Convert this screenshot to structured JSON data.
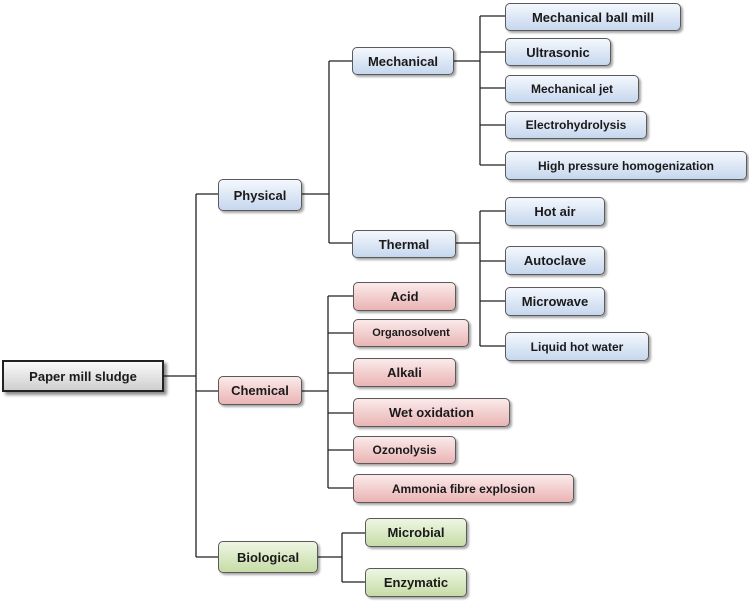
{
  "root": {
    "label": "Paper mill sludge"
  },
  "physical": {
    "label": "Physical",
    "mechanical": {
      "label": "Mechanical",
      "items": [
        "Mechanical  ball mill",
        "Ultrasonic",
        "Mechanical jet",
        "Electrohydrolysis",
        "High pressure homogenization"
      ]
    },
    "thermal": {
      "label": "Thermal",
      "items": [
        "Hot air",
        "Autoclave",
        "Microwave",
        "Liquid hot water"
      ]
    }
  },
  "chemical": {
    "label": "Chemical",
    "items": [
      "Acid",
      "Organosolvent",
      "Alkali",
      "Wet oxidation",
      "Ozonolysis",
      "Ammonia fibre explosion"
    ]
  },
  "biological": {
    "label": "Biological",
    "items": [
      "Microbial",
      "Enzymatic"
    ]
  }
}
